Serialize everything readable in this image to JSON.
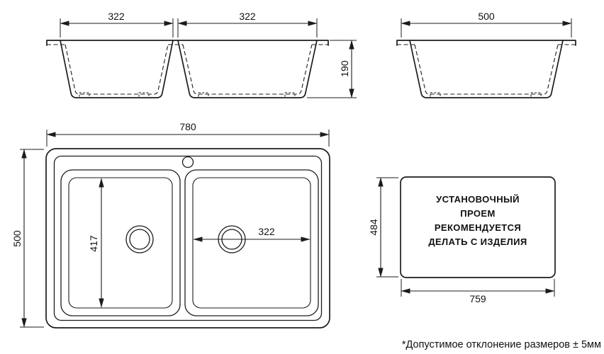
{
  "drawing": {
    "front_view": {
      "dim_bowl_left": "322",
      "dim_bowl_right": "322",
      "dim_depth": "190"
    },
    "side_view": {
      "dim_width": "500"
    },
    "plan_view": {
      "dim_overall_width": "780",
      "dim_overall_depth": "500",
      "dim_bowl_depth": "417",
      "dim_bowl_width": "322"
    },
    "cutout_view": {
      "label_line1": "УСТАНОВОЧНЫЙ",
      "label_line2": "ПРОЕМ",
      "label_line3": "РЕКОМЕНДУЕТСЯ",
      "label_line4": "ДЕЛАТЬ С ИЗДЕЛИЯ",
      "dim_height": "484",
      "dim_width": "759"
    },
    "footnote": "*Допустимое отклонение размеров ± 5мм",
    "colors": {
      "line": "#1c1c1c",
      "background": "#ffffff"
    }
  }
}
